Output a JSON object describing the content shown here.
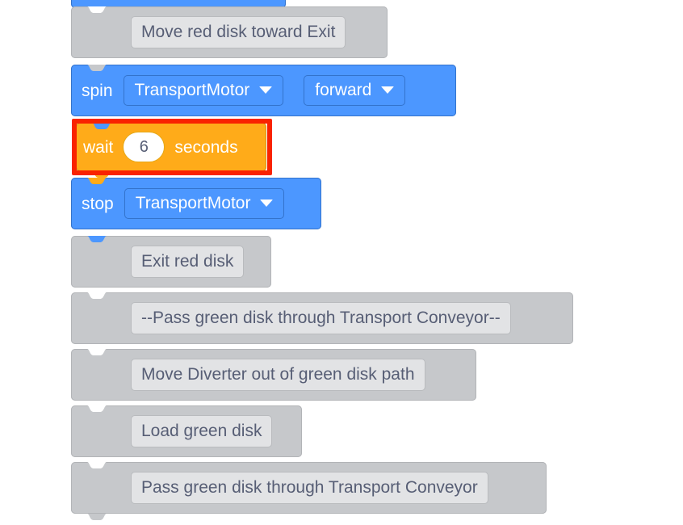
{
  "workspace": {
    "background_color": "#FFFFFF",
    "palette": {
      "motion_blue": "#4C97FF",
      "control_orange": "#FFAB19",
      "custom_grey": "#C6C8CB",
      "grey_field": "#E2E3E5",
      "text_dark": "#575E75",
      "highlight_red": "#F92300"
    }
  },
  "highlight": {
    "target_block": "wait-6-seconds",
    "color": "#F92300"
  },
  "blocks": [
    {
      "id": "partial-top-block",
      "kind": "blue-stack",
      "label": "",
      "fields": []
    },
    {
      "id": "move-red-disk-toward-exit",
      "kind": "grey-custom",
      "label": "Move red disk toward Exit"
    },
    {
      "id": "spin-transportmotor-forward",
      "kind": "blue-stack",
      "label": "spin",
      "fields": [
        {
          "type": "dropdown",
          "value": "TransportMotor"
        },
        {
          "type": "dropdown",
          "value": "forward"
        }
      ]
    },
    {
      "id": "wait-6-seconds",
      "kind": "orange-control",
      "label_before": "wait",
      "value": "6",
      "label_after": "seconds",
      "selected": true
    },
    {
      "id": "stop-transportmotor",
      "kind": "blue-stack",
      "label": "stop",
      "fields": [
        {
          "type": "dropdown",
          "value": "TransportMotor"
        }
      ]
    },
    {
      "id": "exit-red-disk",
      "kind": "grey-custom",
      "label": "Exit red disk"
    },
    {
      "id": "pass-green-disk-comment",
      "kind": "grey-custom",
      "label": "--Pass green disk through Transport Conveyor--"
    },
    {
      "id": "move-diverter-out-of-green-disk-path",
      "kind": "grey-custom",
      "label": "Move Diverter out of green disk path"
    },
    {
      "id": "load-green-disk",
      "kind": "grey-custom",
      "label": "Load green disk"
    },
    {
      "id": "pass-green-disk-through-transport-conveyor",
      "kind": "grey-custom",
      "label": "Pass green disk through Transport Conveyor"
    }
  ],
  "icons": {
    "dropdown_arrow": "chevron-down-icon"
  }
}
